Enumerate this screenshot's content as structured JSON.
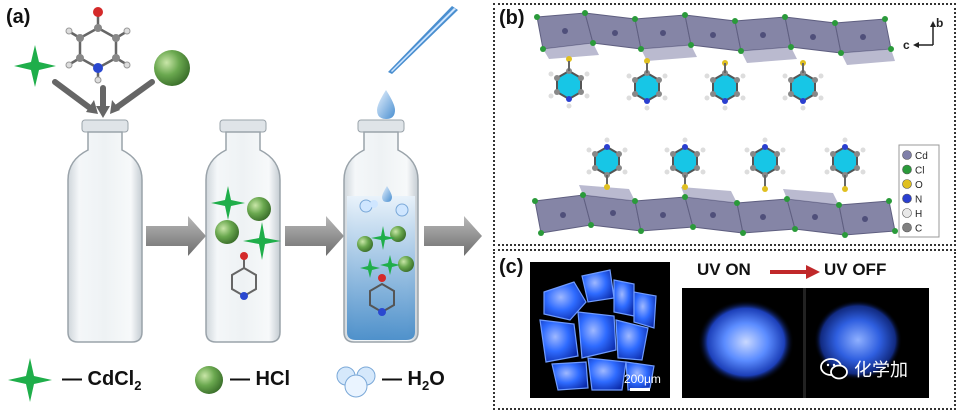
{
  "panel_a": {
    "label": "(a)"
  },
  "panel_b": {
    "label": "(b)",
    "axis_b": "b",
    "axis_c": "c",
    "legend": [
      {
        "text": "Cd",
        "color": "#7f7fa8"
      },
      {
        "text": "Cl",
        "color": "#2a9a3a"
      },
      {
        "text": "O",
        "color": "#e0c020"
      },
      {
        "text": "N",
        "color": "#2a3fd0"
      },
      {
        "text": "H",
        "color": "#e8e8e8"
      },
      {
        "text": "C",
        "color": "#808080"
      }
    ]
  },
  "panel_c": {
    "label": "(c)",
    "uv_on": "UV ON",
    "uv_off": "UV OFF",
    "scale_bar": "200μm",
    "watermark": "化学加"
  },
  "legend": {
    "cdcl2_prefix": "— CdCl",
    "cdcl2_sub": "2",
    "hcl": "— HCl",
    "h2o_prefix": "— H",
    "h2o_sub": "2",
    "h2o_suffix": "O"
  },
  "colors": {
    "star_green": "#1fae4a",
    "sphere_green": "#6aa84f",
    "arrow_gray": "#8a8a8a",
    "polyhedra": "#8585a6",
    "cation_cyan": "#17c6e6",
    "uv_blue": "#2e6bff",
    "arrow_red": "#c0282a"
  }
}
